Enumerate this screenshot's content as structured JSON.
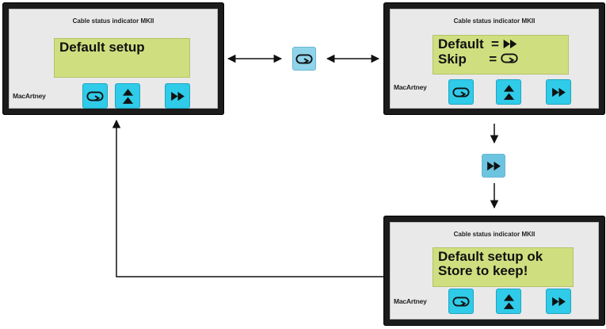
{
  "devices": [
    {
      "id": "device-1",
      "title": "Cable status indicator MKII",
      "brand": "MacArtney",
      "lcd_lines": [
        "Default setup",
        ""
      ],
      "buttons": [
        "loop-icon",
        "up-arrow-icon",
        "fast-forward-icon"
      ]
    },
    {
      "id": "device-2",
      "title": "Cable status indicator MKII",
      "brand": "MacArtney",
      "lcd_lines": [
        "Default  =",
        "Skip      ="
      ],
      "lcd_symbols": [
        "fast-forward-icon",
        "loop-icon"
      ],
      "buttons": [
        "loop-icon",
        "up-arrow-icon",
        "fast-forward-icon"
      ]
    },
    {
      "id": "device-3",
      "title": "Cable status indicator MKII",
      "brand": "MacArtney",
      "lcd_lines": [
        "Default setup ok",
        "Store to keep!"
      ],
      "buttons": [
        "loop-icon",
        "up-arrow-icon",
        "fast-forward-icon"
      ]
    }
  ],
  "flow_keys": [
    "loop-icon",
    "fast-forward-icon"
  ],
  "colors": {
    "device_bezel": "#1b1b1b",
    "lcd": "#cfdf7f",
    "button": "#2fcbe9",
    "flow_key": "#8fd4ea"
  }
}
